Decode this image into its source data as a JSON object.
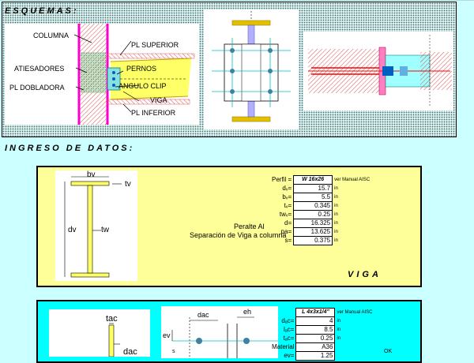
{
  "section_esquemas": {
    "title": "ESQUEMAS:"
  },
  "schema1": {
    "columna": "COLUMNA",
    "pl_superior": "PL SUPERIOR",
    "atiesadores": "ATIESADORES",
    "pernos": "PERNOS",
    "pl_dobladora": "PL DOBLADORA",
    "angulo_clip": "ANGULO CLIP",
    "viga": "VIGA",
    "pl_inferior": "PL INFERIOR"
  },
  "section_ingreso": {
    "title": "INGRESO DE DATOS:"
  },
  "viga_panel": {
    "diagram": {
      "bv": "bv",
      "tv": "tv",
      "dv": "dv",
      "tw": "tw"
    },
    "peralte_label": "Peralte Al",
    "separacion_label": "Separación de Viga a columna",
    "title": "VIGA",
    "rows": [
      {
        "label": "Perfil =",
        "value": "W 16x26",
        "unit": "ver Manual AISC"
      },
      {
        "label": "dᵥ=",
        "value": "15.7",
        "unit": "in"
      },
      {
        "label": "bᵥ=",
        "value": "5.5",
        "unit": "in"
      },
      {
        "label": "tᵥ=",
        "value": "0.345",
        "unit": "in"
      },
      {
        "label": "twᵥ=",
        "value": "0.25",
        "unit": "in"
      },
      {
        "label": "d=",
        "value": "16.325",
        "unit": "in"
      },
      {
        "label": "pa=",
        "value": "13.625",
        "unit": "in"
      },
      {
        "label": "s=",
        "value": "0.375",
        "unit": "in"
      }
    ]
  },
  "angulo_panel": {
    "diagram": {
      "tac": "tac",
      "dac": "dac",
      "eh": "eh",
      "ev": "ev",
      "s": "s"
    },
    "ok_label": "OK",
    "rows": [
      {
        "label": "",
        "value": "L 4x3x1/4\"",
        "unit": "ver Manual AISC"
      },
      {
        "label": "dₐc=",
        "value": "4",
        "unit": "in"
      },
      {
        "label": "lₐc=",
        "value": "8.5",
        "unit": "in"
      },
      {
        "label": "tₐc=",
        "value": "0.25",
        "unit": "in"
      },
      {
        "label": "Material",
        "value": "A36",
        "unit": ""
      },
      {
        "label": "ev=",
        "value": "1.25",
        "unit": ""
      }
    ]
  },
  "colors": {
    "background": "#ccffff",
    "yellow": "#ffff99",
    "cyan": "#00ffff",
    "magenta": "#ff00cc",
    "red": "#ff0000"
  }
}
